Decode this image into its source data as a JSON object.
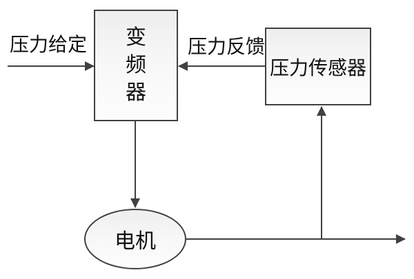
{
  "diagram": {
    "nodes": {
      "converter": {
        "label": "变频器"
      },
      "sensor": {
        "label": "压力传感器"
      },
      "motor": {
        "label": "电机"
      }
    },
    "edge_labels": {
      "setpoint": "压力给定",
      "feedback": "压力反馈"
    },
    "edges": [
      {
        "from": "input",
        "to": "converter",
        "label": "压力给定"
      },
      {
        "from": "converter",
        "to": "motor",
        "label": ""
      },
      {
        "from": "motor",
        "to": "output",
        "label": ""
      },
      {
        "from": "output-line",
        "to": "sensor",
        "label": ""
      },
      {
        "from": "sensor",
        "to": "converter",
        "label": "压力反馈"
      }
    ],
    "colors": {
      "line": "#404040",
      "node_border": "#404040",
      "text": "#111111",
      "node_fill_top": "#eeeeee",
      "node_fill_bottom": "#fdfdfd",
      "background": "#ffffff"
    }
  }
}
